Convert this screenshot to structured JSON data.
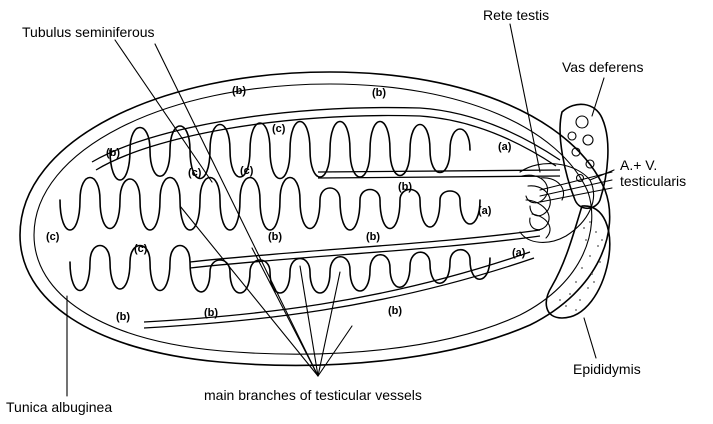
{
  "labels": {
    "tubulus": "Tubulus seminiferous",
    "rete": "Rete testis",
    "vas": "Vas deferens",
    "av_line1": "A.+ V.",
    "av_line2": "testicularis",
    "epididymis": "Epididymis",
    "vessels": "main branches of testicular vessels",
    "tunica": "Tunica albuginea"
  },
  "region_tags": {
    "a": "(a)",
    "b": "(b)",
    "c": "(c)"
  }
}
